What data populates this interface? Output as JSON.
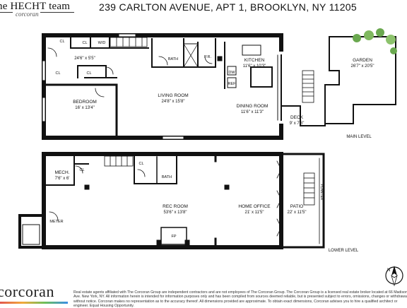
{
  "header": {
    "brand_name": "he HECHT team",
    "brand_sub": "corcoran",
    "address": "239 CARLTON AVENUE, APT 1, BROOKLYN, NY 11205"
  },
  "main_level": {
    "level_label": "MAIN LEVEL",
    "rooms": {
      "garden": {
        "name": "GARDEN",
        "dims": "26'7\" x 20'5\""
      },
      "kitchen": {
        "name": "KITCHEN",
        "dims": "11'6\" x 10'3\""
      },
      "living": {
        "name": "LIVING ROOM",
        "dims": "24'8\" x 15'8\""
      },
      "bedroom": {
        "name": "BEDROOM",
        "dims": "16' x 13'4\""
      },
      "dining": {
        "name": "DINING ROOM",
        "dims": "11'6\" x 11'3\""
      },
      "deck": {
        "name": "DECK",
        "dims": "9' x 7'6\""
      },
      "foyer": {
        "dims": "24'6\" x 5'5\""
      }
    },
    "small_labels": {
      "cl1": "CL",
      "cl2": "CL",
      "cl3": "CL",
      "cl4": "CL",
      "wd": "W/D",
      "bath": "BATH",
      "pr": "P.R.",
      "dw": "DW",
      "ref": "REF"
    }
  },
  "lower_level": {
    "level_label": "LOWER LEVEL",
    "rooms": {
      "mech": {
        "name": "MECH.",
        "dims": "7'6\" x 6'"
      },
      "rec": {
        "name": "REC ROOM",
        "dims": "53'6\" x 13'8\""
      },
      "office": {
        "name": "HOME OFFICE",
        "dims": "21' x 11'5\""
      },
      "patio": {
        "name": "PATIO",
        "dims": "22' x 11'5\""
      }
    },
    "small_labels": {
      "cl1": "CL",
      "cl2": "CL",
      "bath": "BATH",
      "fp": "FP",
      "meter": "METER",
      "planter": "PLANTER"
    }
  },
  "footer": {
    "logo": "corcoran",
    "disclaimer": "Real estate agents affiliated with The Corcoran Group are independent contractors and are not employees of The Corcoran Group. The Corcoran Group is a licensed real estate broker located at 66 Madison Ave. New York, NY. All information herein is intended for information purposes only and has been compiled from sources deemed reliable, but is presented subject to errors, omissions, changes or withdrawal without notice. Corcoran makes no representation as to the accuracy thereof. All dimensions provided are approximate. To obtain exact dimensions, Corcoran advises you to hire a qualified architect or engineer. Equal Housing Opportunity.",
    "compass_label": "N"
  },
  "colors": {
    "wall": "#111111",
    "plant": "#6aa84f",
    "logo_gradient": [
      "#e2574c",
      "#f2a93b",
      "#6cbf5a",
      "#3a8ee6"
    ]
  }
}
